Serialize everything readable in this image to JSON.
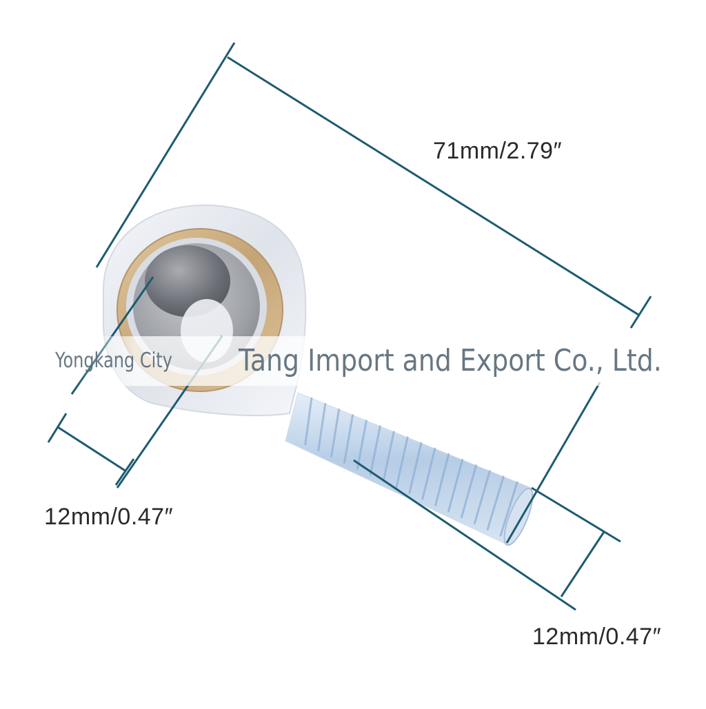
{
  "dimensions": {
    "overall_length": "71mm/2.79″",
    "bore_diameter": "12mm/0.47″",
    "thread_diameter": "12mm/0.47″"
  },
  "watermark": {
    "left_text": "Yongkang City",
    "right_text": "Tang Import and Export Co., Ltd."
  },
  "colors": {
    "dimension_line": "#1e5b70",
    "housing": "#e4e8ef",
    "bronze_liner": "#c9ab7e",
    "inner_ball": "#8f9298",
    "thread": "#bcd3ea"
  },
  "icons": {
    "product": "rod-end-bearing-icon"
  }
}
